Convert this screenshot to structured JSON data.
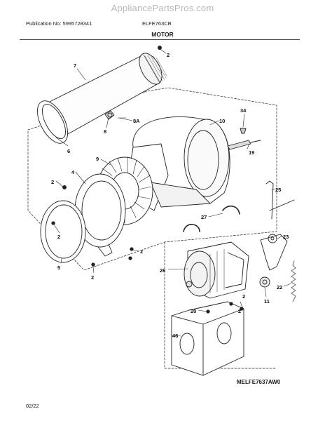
{
  "header": {
    "watermark": "AppliancePartsPros.com",
    "publication": "Publication No: 5995728341",
    "model": "ELFE763CB",
    "title": "MOTOR"
  },
  "footer": {
    "ref_code": "MELFE7637AW0",
    "page_date": "02/22"
  },
  "callouts": {
    "c2a": "2",
    "c7": "7",
    "c8": "8",
    "c8a": "8A",
    "c6": "6",
    "c10": "10",
    "c34": "34",
    "c19": "19",
    "c9": "9",
    "c4": "4",
    "c2b": "2",
    "c25": "25",
    "c27": "27",
    "c23": "23",
    "c2c": "2",
    "c26": "26",
    "c2d": "2",
    "c5": "5",
    "c2e": "2",
    "c2f": "2",
    "c11": "11",
    "c22": "22",
    "c20": "20",
    "c2g": "2",
    "c46": "46"
  }
}
